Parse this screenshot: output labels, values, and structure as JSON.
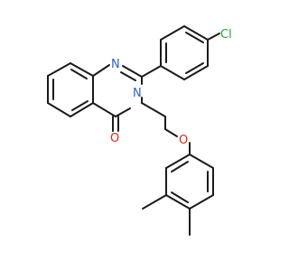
{
  "molecule": {
    "atoms": [
      {
        "id": "Cl",
        "label": "Cl",
        "color": "#22a33a"
      },
      {
        "id": "N1",
        "label": "N",
        "color": "#2f5bd8"
      },
      {
        "id": "N3",
        "label": "N",
        "color": "#2f5bd8"
      },
      {
        "id": "O4",
        "label": "O",
        "color": "#e0261b"
      },
      {
        "id": "O_ether",
        "label": "O",
        "color": "#e0261b"
      }
    ]
  }
}
